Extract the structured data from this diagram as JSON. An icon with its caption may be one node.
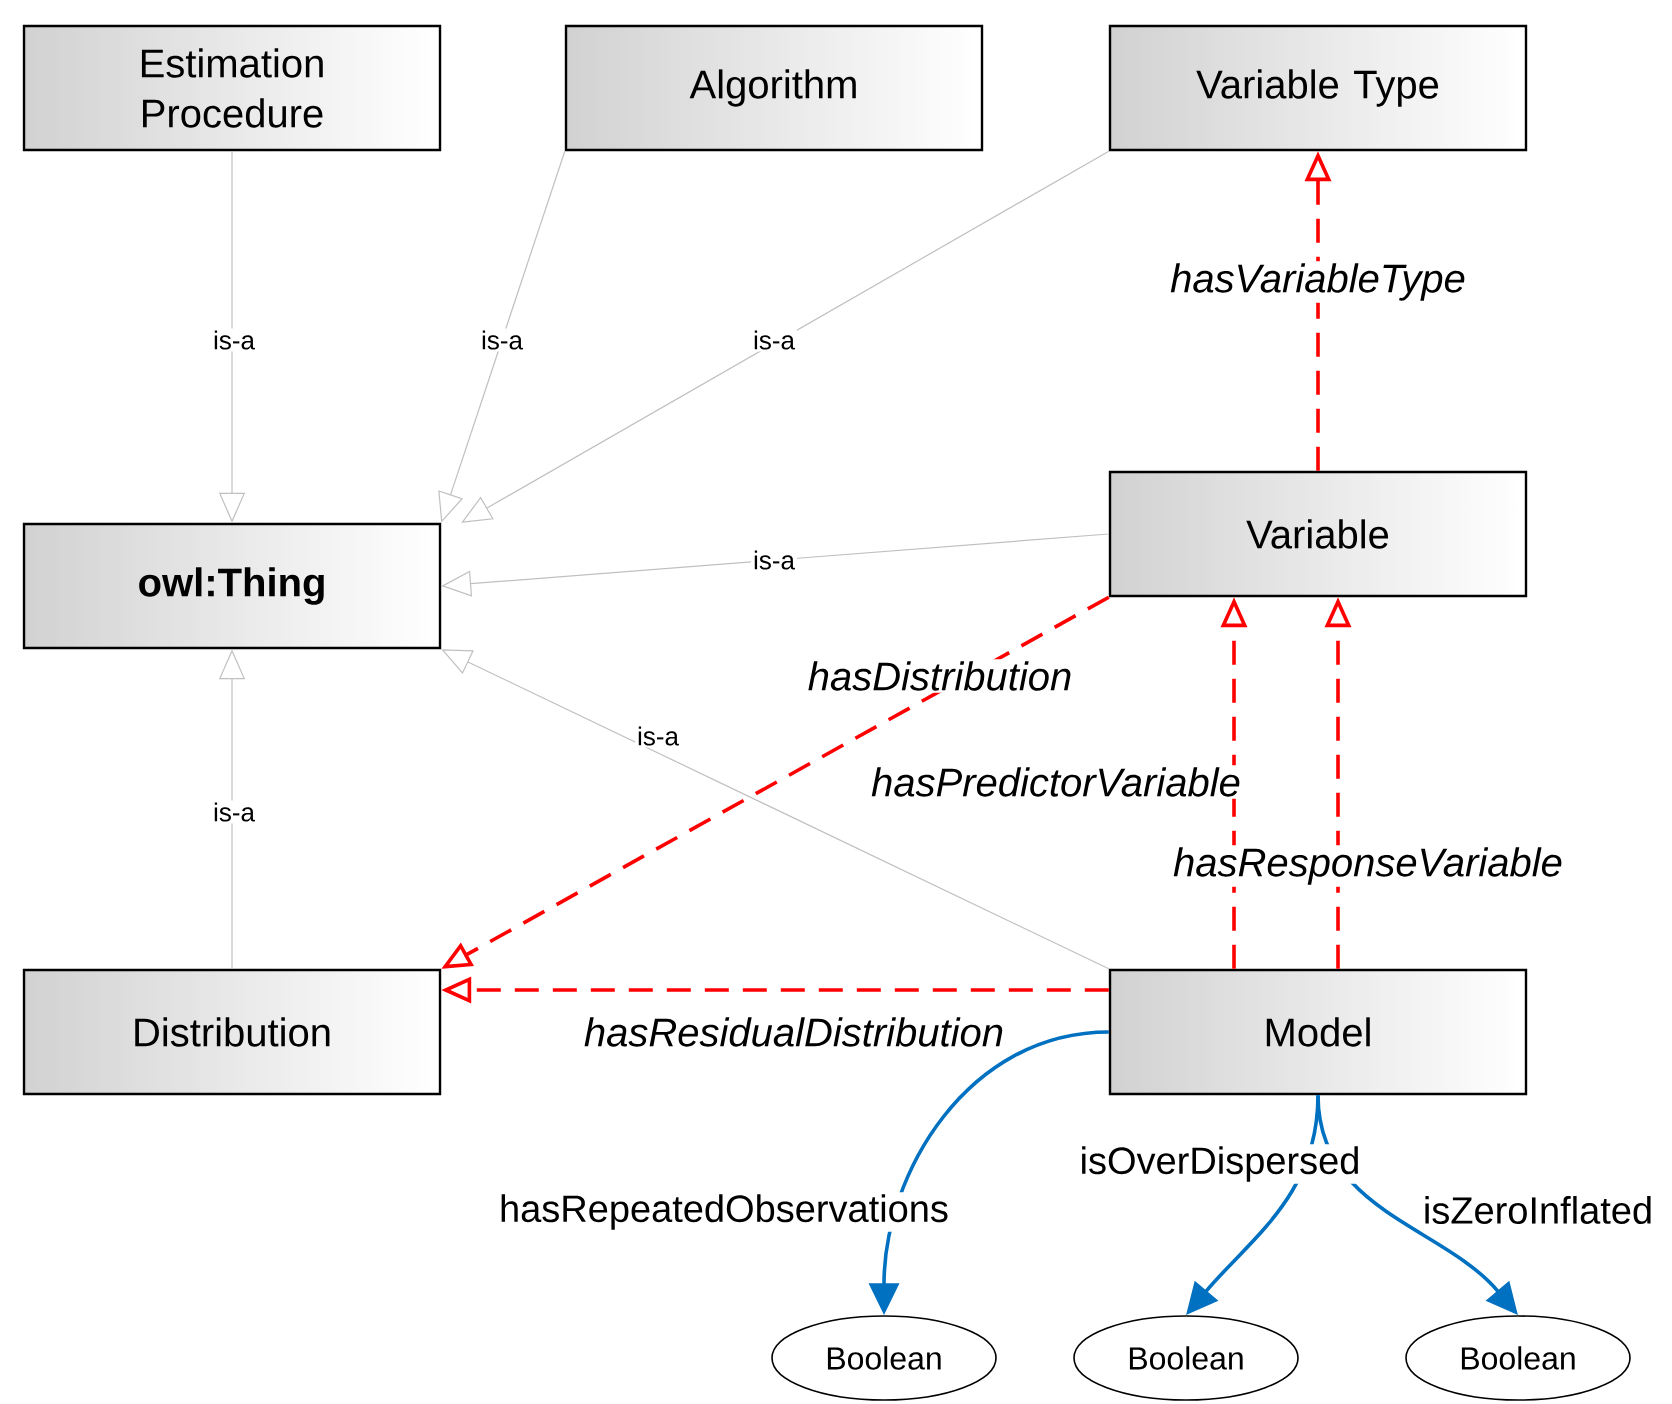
{
  "diagram": {
    "nodes": [
      {
        "text": [
          "Estimation Procedure"
        ]
      },
      {
        "text": [
          "Algorithm"
        ]
      },
      {
        "text": [
          "Variable Type"
        ]
      },
      {
        "text": [
          "owl:Thing"
        ]
      },
      {
        "text": [
          "Variable"
        ]
      },
      {
        "text": [
          "Distribution"
        ]
      },
      {
        "text": [
          "Model"
        ]
      },
      {
        "text": [
          "Boolean"
        ]
      },
      {
        "text": [
          "Boolean"
        ]
      },
      {
        "text": [
          "Boolean"
        ]
      }
    ],
    "edges": [
      {
        "from": 0,
        "to": 3,
        "arrow": "to",
        "label": "is-a"
      },
      {
        "from": 1,
        "to": 3,
        "arrow": "to",
        "label": "is-a"
      },
      {
        "from": 2,
        "to": 3,
        "arrow": "to",
        "label": "is-a"
      },
      {
        "from": 4,
        "to": 3,
        "arrow": "to",
        "label": "is-a"
      },
      {
        "from": 6,
        "to": 3,
        "arrow": "to",
        "label": "is-a"
      },
      {
        "from": 5,
        "to": 3,
        "arrow": "to",
        "label": "is-a"
      },
      {
        "from": 4,
        "to": 2,
        "arrow": "to",
        "label": "hasVariableType",
        "style": "dashed",
        "color": "#ff0000"
      },
      {
        "from": 4,
        "to": 5,
        "arrow": "to",
        "label": "hasDistribution",
        "style": "dashed",
        "color": "#ff0000"
      },
      {
        "from": 6,
        "to": 4,
        "arrow": "to",
        "label": "hasPredictorVariable",
        "style": "dashed",
        "color": "#ff0000"
      },
      {
        "from": 6,
        "to": 4,
        "arrow": "to",
        "label": "hasResponseVariable",
        "style": "dashed",
        "color": "#ff0000"
      },
      {
        "from": 6,
        "to": 5,
        "arrow": "to",
        "label": "hasResidualDistribution",
        "style": "dashed",
        "color": "#ff0000"
      },
      {
        "from": 6,
        "to": 7,
        "arrow": "to",
        "label": "hasRepeatedObservations",
        "color": "#0070c0"
      },
      {
        "from": 6,
        "to": 8,
        "arrow": "to",
        "label": "isOverDispersed",
        "color": "#0070c0"
      },
      {
        "from": 6,
        "to": 9,
        "arrow": "to",
        "label": "isZeroInflated",
        "color": "#0070c0"
      }
    ]
  }
}
